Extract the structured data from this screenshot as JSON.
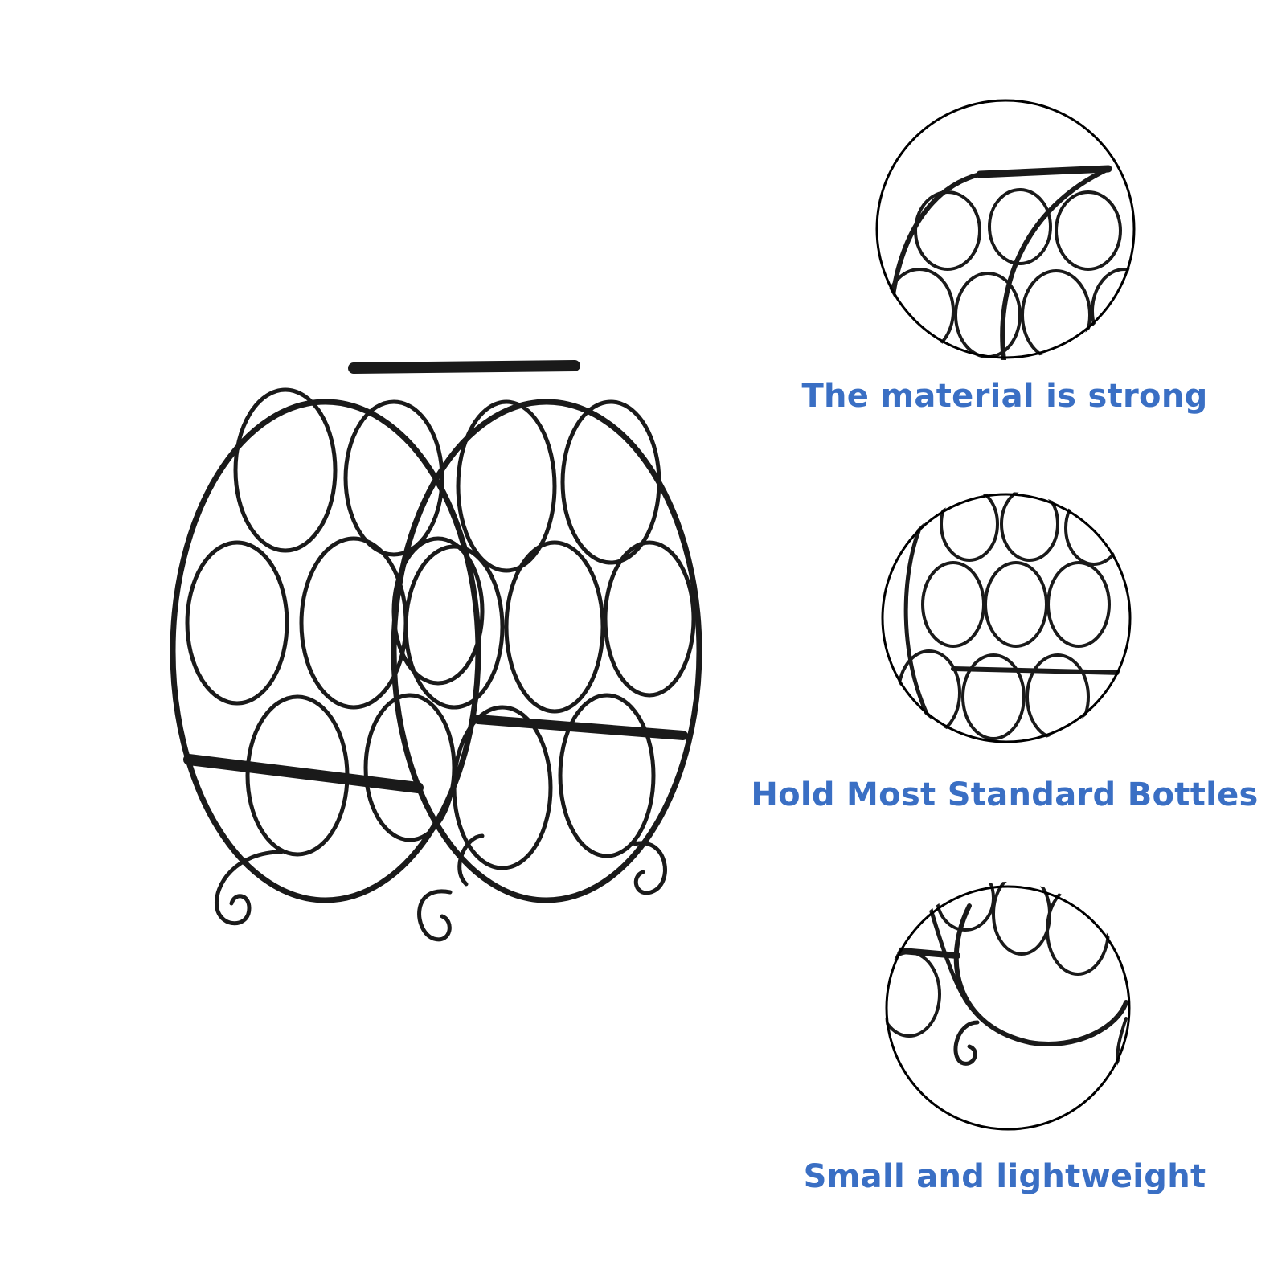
{
  "features": [
    {
      "label": "The material is strong",
      "icon": "rack-top-closeup"
    },
    {
      "label": "Hold Most Standard Bottles",
      "icon": "rack-rings-closeup"
    },
    {
      "label": "Small and lightweight",
      "icon": "rack-feet-closeup"
    }
  ],
  "colors": {
    "caption": "#3a6fc4",
    "metal": "#1a1a1a",
    "background": "#ffffff"
  },
  "product": {
    "type": "round-metal-wine-rack",
    "bottle_slots": 7
  }
}
